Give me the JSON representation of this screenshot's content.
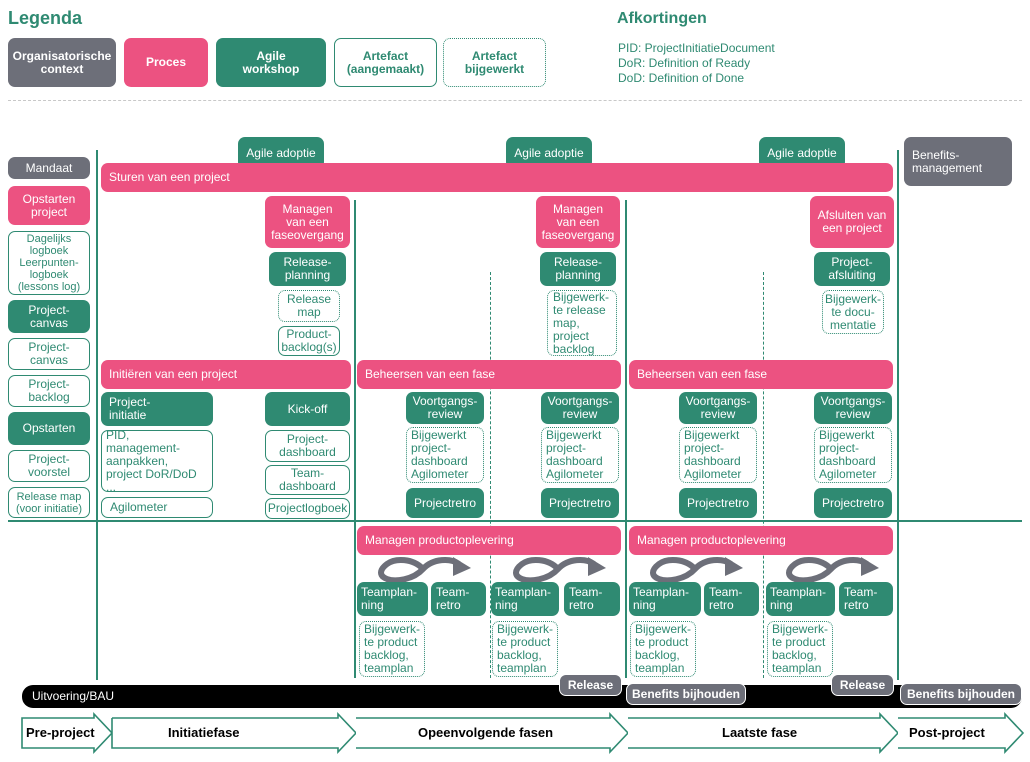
{
  "legend": {
    "title": "Legenda",
    "items": {
      "org": "Organisatorische\ncontext",
      "proces": "Proces",
      "agile": "Agile\nworkshop",
      "artefact_new": "Artefact\n(aangemaakt)",
      "artefact_upd": "Artefact\nbijgewerkt"
    }
  },
  "abbrev": {
    "title": "Afkortingen",
    "pid": "PID: ProjectInitiatieDocument",
    "dor": "DoR: Definition of Ready",
    "dod": "DoD: Definition of Done"
  },
  "colors": {
    "grey": "#6d6f79",
    "pink": "#ec5281",
    "green": "#2f8a72",
    "black": "#000000"
  },
  "left_col": {
    "mandaat": "Mandaat",
    "opstarten_project": "Opstarten\nproject",
    "logboek": "Dagelijks\nlogboek\nLeerpunten-\nlogboek\n(lessons log)",
    "canvas_workshop": "Project-\ncanvas",
    "canvas_artefact": "Project-\ncanvas",
    "backlog": "Project-\nbacklog",
    "opstarten": "Opstarten",
    "voorstel": "Project-\nvoorstel",
    "release_map": "Release map\n(voor initiatie)"
  },
  "top": {
    "agile_adoptie_1": "Agile adoptie",
    "agile_adoptie_2": "Agile adoptie",
    "agile_adoptie_3": "Agile adoptie",
    "sturen": "Sturen van een project",
    "benefits": "Benefits-\nmanagement"
  },
  "fase1": {
    "managen": "Managen\nvan een\nfaseovergang",
    "release_planning": "Release-\nplanning",
    "release_map": "Release\nmap",
    "product_backlog": "Product-\nbacklog(s)"
  },
  "fase2": {
    "managen": "Managen\nvan een\nfaseovergang",
    "release_planning": "Release-\nplanning",
    "bijgewerkt": "Bijgewerk-\nte release\nmap,\nproject\nbacklog"
  },
  "fase3": {
    "afsluiten": "Afsluiten van\neen project",
    "afsluiting": "Project-\nafsluiting",
    "documentatie": "Bijgewerk-\nte docu-\nmentatie"
  },
  "initieren": {
    "title": "Initiëren van een project",
    "initiatie": "Project-\ninitiatie",
    "pid": "PID,\nmanagement-\naanpakken,\nproject DoR/DoD ...",
    "agilometer": "Agilometer",
    "kickoff": "Kick-off",
    "dashboard": "Project-\ndashboard",
    "team_dashboard": "Team-\ndashboard",
    "logboek": "Projectlogboek"
  },
  "beheersen": [
    {
      "title": "Beheersen van een fase"
    },
    {
      "title": "Beheersen van een fase"
    }
  ],
  "review": {
    "label": "Voortgangs-\nreview",
    "updated": "Bijgewerkt\nproject-\ndashboard\nAgilometer",
    "retro": "Projectretro"
  },
  "productlevering": [
    {
      "title": "Managen productoplevering"
    },
    {
      "title": "Managen productoplevering"
    }
  ],
  "team": {
    "planning": "Teamplan-\nning",
    "retro": "Team-\nretro",
    "updated": "Bijgewerk-\nte product\nbacklog,\nteamplan"
  },
  "bottom": {
    "uitvoering": "Uitvoering/BAU",
    "release_1": "Release",
    "benefits_1": "Benefits bijhouden",
    "release_2": "Release",
    "benefits_2": "Benefits bijhouden"
  },
  "phases": [
    "Pre-project",
    "Initiatiefase",
    "Opeenvolgende fasen",
    "Laatste fase",
    "Post-project"
  ]
}
